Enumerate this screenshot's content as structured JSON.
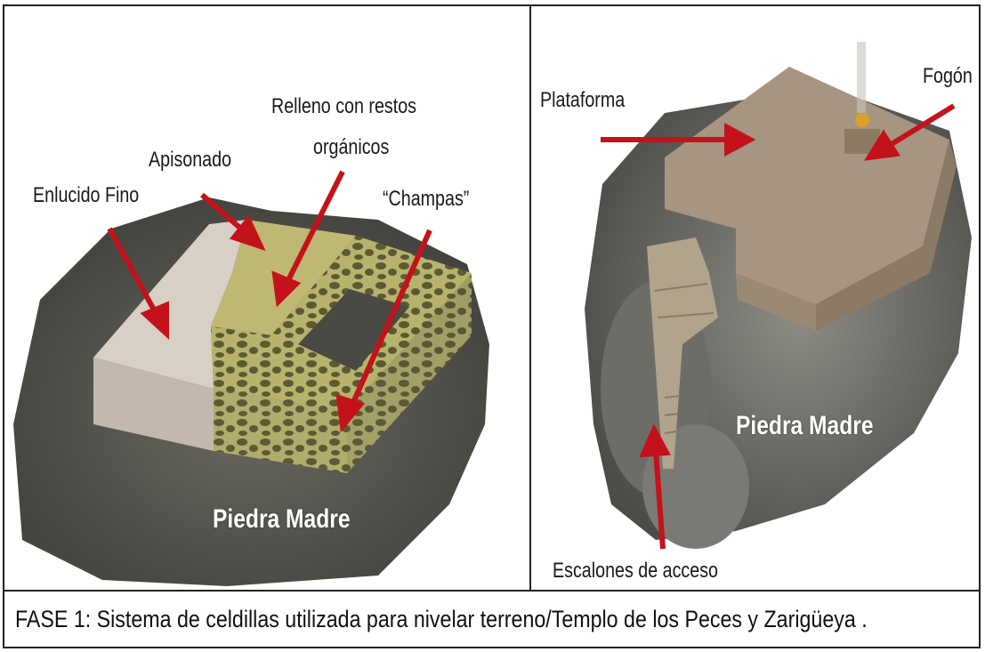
{
  "left": {
    "labels": {
      "enlucido": "Enlucido Fino",
      "apisonado": "Apisonado",
      "relleno_1": "Relleno con restos",
      "relleno_2": "orgánicos",
      "champas": "“Champas”",
      "piedra": "Piedra Madre"
    }
  },
  "right": {
    "labels": {
      "plataforma": "Plataforma",
      "fogon": "Fogón",
      "piedra": "Piedra Madre",
      "escalones": "Escalones de acceso"
    }
  },
  "caption": "FASE 1: Sistema de celdillas utilizada para nivelar terreno/Templo de los Peces y Zarigüeya  .",
  "colors": {
    "arrow": "#c4121a",
    "rock": "#5a5a55",
    "plaster": "#d6cdc4",
    "earth": "#b9b477",
    "platform": "#a8977f"
  }
}
